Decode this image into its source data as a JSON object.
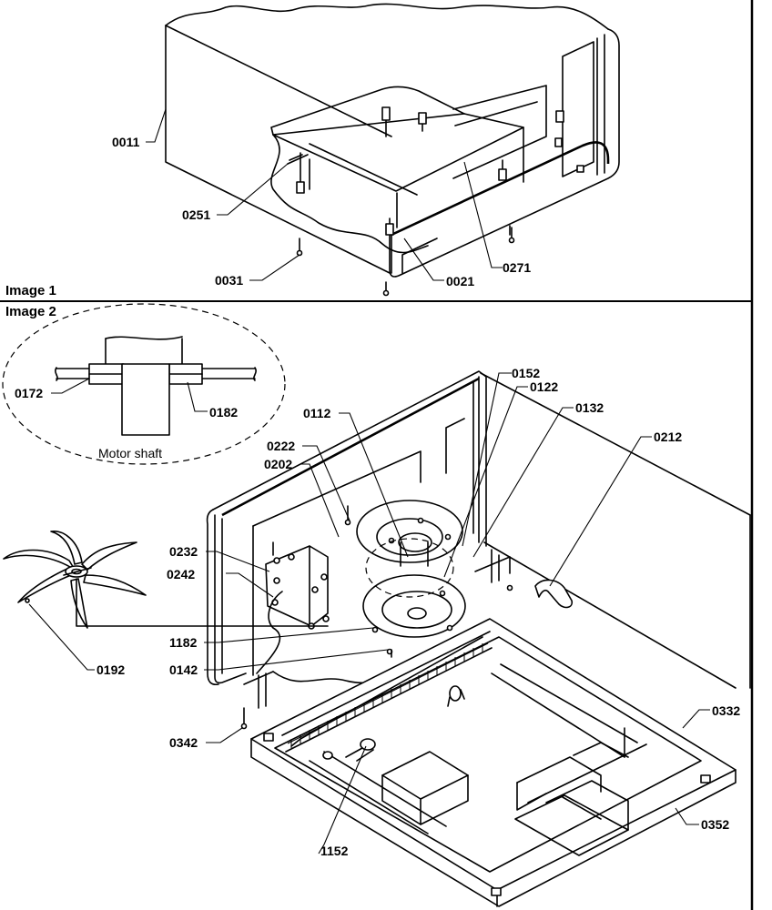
{
  "sections": [
    {
      "caption": "Image 1"
    },
    {
      "caption": "Image 2"
    }
  ],
  "callouts": {
    "c0011": "0011",
    "c0251": "0251",
    "c0031": "0031",
    "c0021": "0021",
    "c0271": "0271",
    "c0172": "0172",
    "c0182": "0182",
    "c0152": "0152",
    "c0122": "0122",
    "c0132": "0132",
    "c0112": "0112",
    "c0212": "0212",
    "c0222": "0222",
    "c0202": "0202",
    "c0232": "0232",
    "c0242": "0242",
    "c1182": "1182",
    "c0142": "0142",
    "c0192": "0192",
    "c0342": "0342",
    "c0332": "0332",
    "c0352": "0352",
    "c1152": "1152"
  },
  "detail_label": "Motor shaft"
}
